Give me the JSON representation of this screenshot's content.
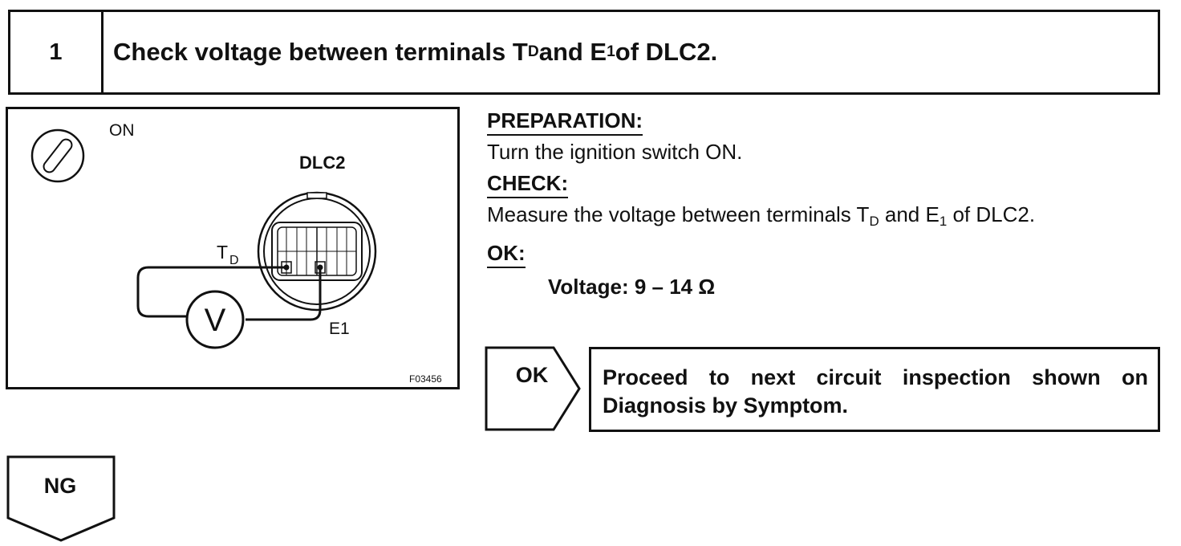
{
  "step": {
    "number": "1",
    "title_pre": "Check voltage between terminals T",
    "title_sub1": "D",
    "title_mid": " and E",
    "title_sub2": "1",
    "title_post": " of DLC2."
  },
  "figure": {
    "switch_label": "ON",
    "connector_label": "DLC2",
    "terminal_td_main": "T",
    "terminal_td_sub": "D",
    "terminal_e1": "E1",
    "meter_symbol": "V",
    "figure_code": "F03456",
    "icons": [
      "ignition-switch-icon",
      "dlc2-connector-icon",
      "voltmeter-icon"
    ]
  },
  "instructions": {
    "preparation_heading": "PREPARATION:",
    "preparation_text": "Turn the ignition switch ON.",
    "check_heading": "CHECK:",
    "check_pre": "Measure the voltage between terminals T",
    "check_sub1": "D",
    "check_mid": " and E",
    "check_sub2": "1",
    "check_post": " of DLC2.",
    "ok_heading": "OK:",
    "spec": "Voltage: 9 – 14 Ω"
  },
  "ok_result": {
    "label": "OK",
    "text": "Proceed to next circuit inspection shown on Diagnosis by Symptom."
  },
  "ng_result": {
    "label": "NG"
  }
}
